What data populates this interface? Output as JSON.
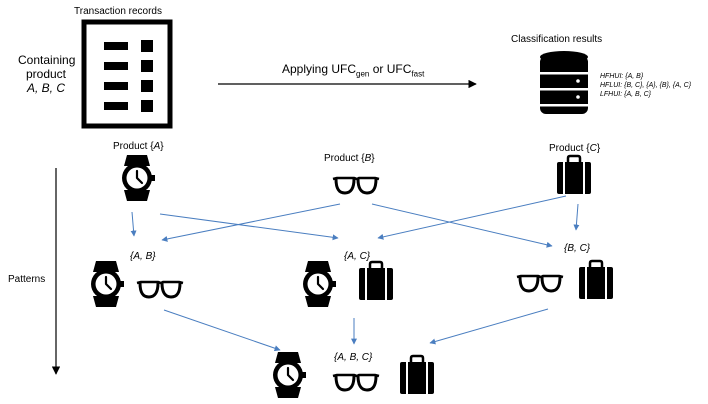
{
  "header": {
    "records_title": "Transaction records",
    "containing_label_1": "Containing",
    "containing_label_2": "product",
    "containing_items": "A, B, C",
    "arrow_label_prefix": "Applying UFC",
    "arrow_label_sub1": "gen",
    "arrow_label_mid": " or  UFC",
    "arrow_label_sub2": "fast",
    "results_title": "Classification results"
  },
  "results": [
    {
      "key": "HFHUI",
      "value": ": {A, B}"
    },
    {
      "key": "HFLUI",
      "value": ": {B, C}, {A}, {B}, {A, C}"
    },
    {
      "key": "LFHUI",
      "value": ": {A, B, C}"
    }
  ],
  "side_label": "Patterns",
  "products": [
    {
      "prefix": "Product {",
      "item": "A",
      "suffix": "}"
    },
    {
      "prefix": "Product {",
      "item": "B",
      "suffix": "}"
    },
    {
      "prefix": "Product {",
      "item": "C",
      "suffix": "}"
    }
  ],
  "pairs": [
    "{A, B}",
    "{A, C}",
    "{B, C}"
  ],
  "triple": "{A, B, C}",
  "icons": {
    "watch": "watch-icon",
    "glasses": "glasses-icon",
    "briefcase": "briefcase-icon",
    "document": "document-list-icon",
    "database": "database-icon"
  },
  "colors": {
    "arrow": "#4a7ec0",
    "ink": "#000000"
  }
}
